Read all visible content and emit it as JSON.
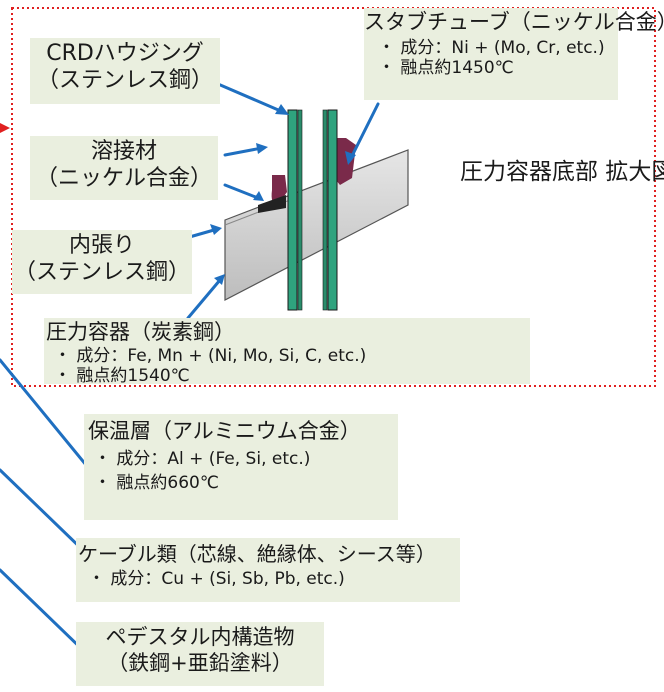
{
  "labels": {
    "stub_tube": {
      "title": "スタブチューブ（ニッケル合金）",
      "composition": "・ 成分：Ni + (Mo, Cr, etc.)",
      "melting_point": "・ 融点約1450℃"
    },
    "crd_housing": {
      "line1": "CRDハウジング",
      "line2": "（ステンレス鋼）"
    },
    "weld": {
      "line1": "溶接材",
      "line2": "（ニッケル合金）"
    },
    "liner": {
      "line1": "内張り",
      "line2": "（ステンレス鋼）"
    },
    "vessel_bottom": {
      "line1": "圧力容器底部",
      "line2": "拡大図"
    },
    "pressure_vessel": {
      "title": "圧力容器（炭素鋼）",
      "composition": "・ 成分：Fe, Mn + (Ni, Mo, Si, C, etc.)",
      "melting_point": "・ 融点約1540℃"
    },
    "insulation": {
      "title": "保温層（アルミニウム合金）",
      "composition": "・ 成分：Al + (Fe, Si, etc.)",
      "melting_point": "・ 融点約660℃"
    },
    "cables": {
      "title": "ケーブル類（芯線、絶縁体、シース等）",
      "composition": "・ 成分：Cu + (Si, Sb, Pb, etc.)"
    },
    "pedestal": {
      "line1": "ペデスタル内構造物",
      "line2": "（鉄鋼+亜鉛塗料）"
    }
  },
  "colors": {
    "label_bg": "#eaefdf",
    "arrow": "#1f6fc0",
    "frame": "#e02020",
    "tube": "#2fa37e",
    "weld": "#7a2a4a",
    "vessel": "#c9c9c9"
  }
}
